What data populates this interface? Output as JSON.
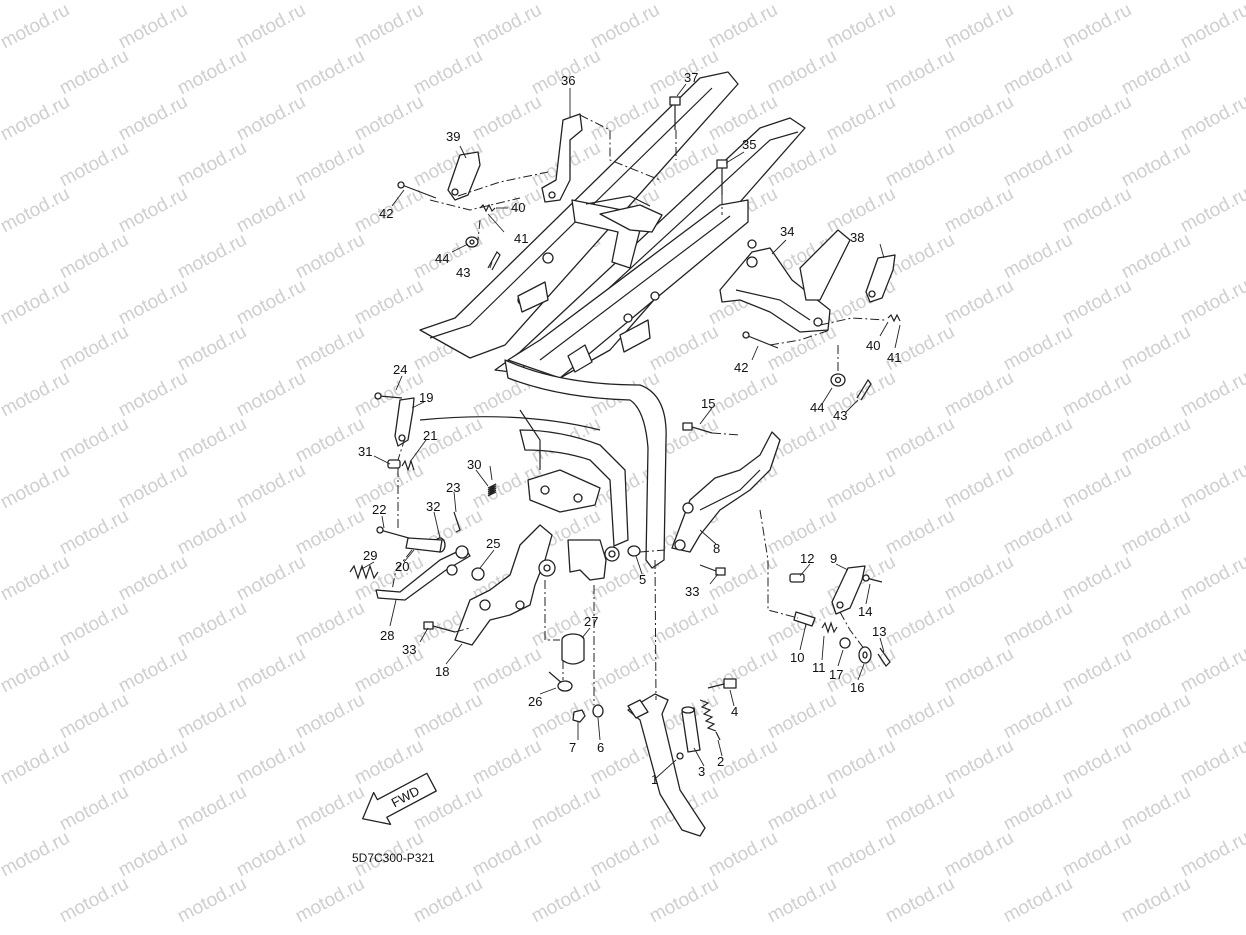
{
  "diagram": {
    "watermark_text": "motod.ru",
    "reference_code": "5D7C300-P321",
    "fwd_label": "FWD",
    "callouts": [
      {
        "id": "c1",
        "text": "1"
      },
      {
        "id": "c2",
        "text": "2"
      },
      {
        "id": "c3",
        "text": "3"
      },
      {
        "id": "c4",
        "text": "4"
      },
      {
        "id": "c5",
        "text": "5"
      },
      {
        "id": "c6",
        "text": "6"
      },
      {
        "id": "c7",
        "text": "7"
      },
      {
        "id": "c8",
        "text": "8"
      },
      {
        "id": "c9",
        "text": "9"
      },
      {
        "id": "c10",
        "text": "10"
      },
      {
        "id": "c11",
        "text": "11"
      },
      {
        "id": "c12",
        "text": "12"
      },
      {
        "id": "c13",
        "text": "13"
      },
      {
        "id": "c14",
        "text": "14"
      },
      {
        "id": "c15",
        "text": "15"
      },
      {
        "id": "c16",
        "text": "16"
      },
      {
        "id": "c17",
        "text": "17"
      },
      {
        "id": "c18",
        "text": "18"
      },
      {
        "id": "c19",
        "text": "19"
      },
      {
        "id": "c20",
        "text": "20"
      },
      {
        "id": "c21",
        "text": "21"
      },
      {
        "id": "c22",
        "text": "22"
      },
      {
        "id": "c23",
        "text": "23"
      },
      {
        "id": "c24",
        "text": "24"
      },
      {
        "id": "c25",
        "text": "25"
      },
      {
        "id": "c26",
        "text": "26"
      },
      {
        "id": "c27",
        "text": "27"
      },
      {
        "id": "c28",
        "text": "28"
      },
      {
        "id": "c29",
        "text": "29"
      },
      {
        "id": "c30",
        "text": "30"
      },
      {
        "id": "c31",
        "text": "31"
      },
      {
        "id": "c32",
        "text": "32"
      },
      {
        "id": "c33a",
        "text": "33"
      },
      {
        "id": "c33b",
        "text": "33"
      },
      {
        "id": "c34",
        "text": "34"
      },
      {
        "id": "c35",
        "text": "35"
      },
      {
        "id": "c36",
        "text": "36"
      },
      {
        "id": "c37",
        "text": "37"
      },
      {
        "id": "c38",
        "text": "38"
      },
      {
        "id": "c39",
        "text": "39"
      },
      {
        "id": "c40a",
        "text": "40"
      },
      {
        "id": "c40b",
        "text": "40"
      },
      {
        "id": "c41a",
        "text": "41"
      },
      {
        "id": "c41b",
        "text": "41"
      },
      {
        "id": "c42a",
        "text": "42"
      },
      {
        "id": "c42b",
        "text": "42"
      },
      {
        "id": "c43a",
        "text": "43"
      },
      {
        "id": "c43b",
        "text": "43"
      },
      {
        "id": "c44a",
        "text": "44"
      },
      {
        "id": "c44b",
        "text": "44"
      }
    ]
  }
}
